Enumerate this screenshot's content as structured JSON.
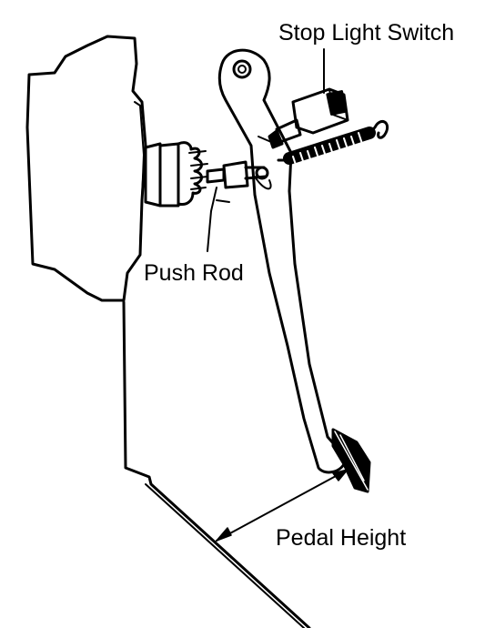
{
  "labels": {
    "stop_light_switch": "Stop Light Switch",
    "push_rod": "Push Rod",
    "pedal_height": "Pedal Height"
  },
  "colors": {
    "ink": "#000000",
    "paper": "#ffffff"
  }
}
